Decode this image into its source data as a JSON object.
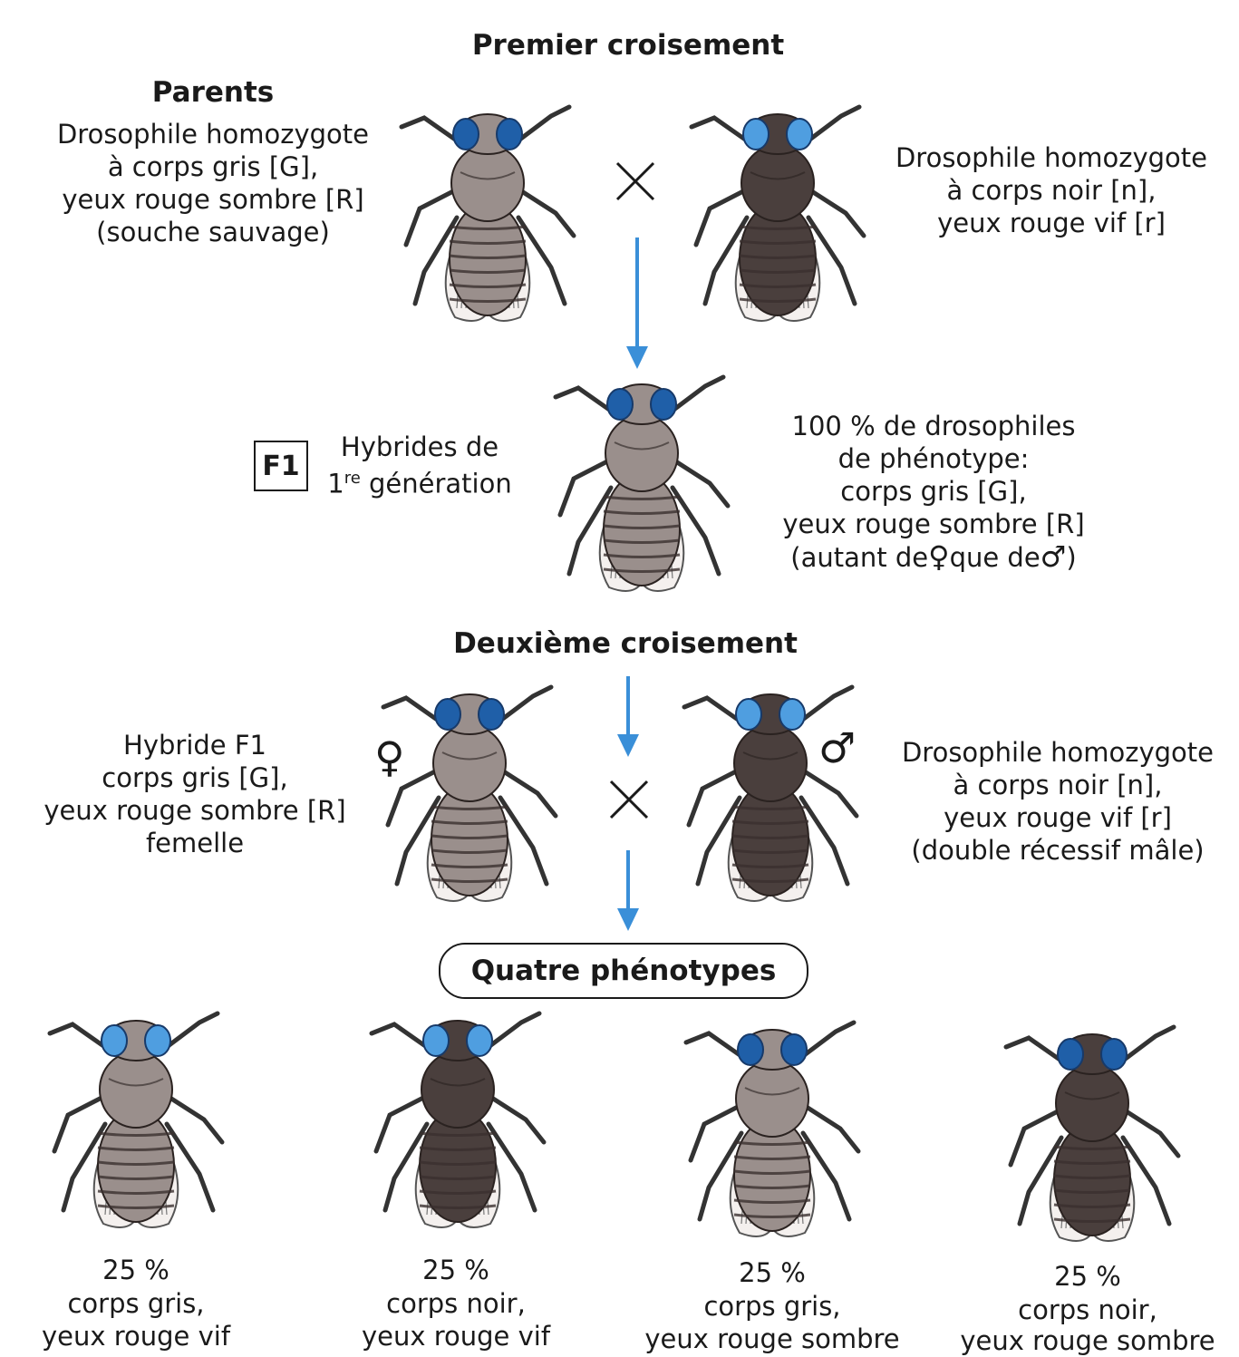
{
  "titles": {
    "first_cross": "Premier croisement",
    "second_cross": "Deuxième croisement",
    "parents": "Parents",
    "four_phenotypes": "Quatre phénotypes"
  },
  "parent_left": {
    "line1": "Drosophile homozygote",
    "line2": "à corps gris [G],",
    "line3": "yeux rouge sombre [R]",
    "line4": "(souche sauvage)"
  },
  "parent_right": {
    "line1": "Drosophile homozygote",
    "line2": "à corps noir [n],",
    "line3": "yeux rouge vif [r]"
  },
  "f1": {
    "box": "F1",
    "line1": "Hybrides  de",
    "line2_prefix": "1",
    "line2_sup": "re",
    "line2_rest": " génération",
    "result1": "100 % de drosophiles",
    "result2": "de phénotype:",
    "result3": "corps gris [G],",
    "result4": "yeux rouge sombre [R]",
    "result5_a": "(autant de",
    "result5_female": "♀",
    "result5_b": "que de",
    "result5_male": "♂",
    "result5_c": ")"
  },
  "second_left": {
    "line1": "Hybride F1",
    "line2": "corps gris [G],",
    "line3": "yeux rouge sombre [R]",
    "line4": "femelle"
  },
  "second_right": {
    "line1": "Drosophile homozygote",
    "line2": "à corps noir [n],",
    "line3": "yeux rouge vif [r]",
    "line4": "(double récessif mâle)"
  },
  "symbols": {
    "cross": "×",
    "female": "♀",
    "male": "♂"
  },
  "offspring": [
    {
      "percent": "25 %",
      "line1": "corps gris,",
      "line2": "yeux rouge vif"
    },
    {
      "percent": "25 %",
      "line1": "corps noir,",
      "line2": "yeux rouge vif"
    },
    {
      "percent": "25 %",
      "line1": "corps gris,",
      "line2": "yeux rouge sombre"
    },
    {
      "percent": "25 %",
      "line1": "corps noir,",
      "line2": "yeux rouge sombre"
    }
  ],
  "colors": {
    "arrow": "#3a8fd8",
    "grey_body": "#9a8f8c",
    "black_body": "#4a3f3d",
    "dark_eye": "#1f5fa8",
    "bright_eye": "#4f9ee0"
  }
}
